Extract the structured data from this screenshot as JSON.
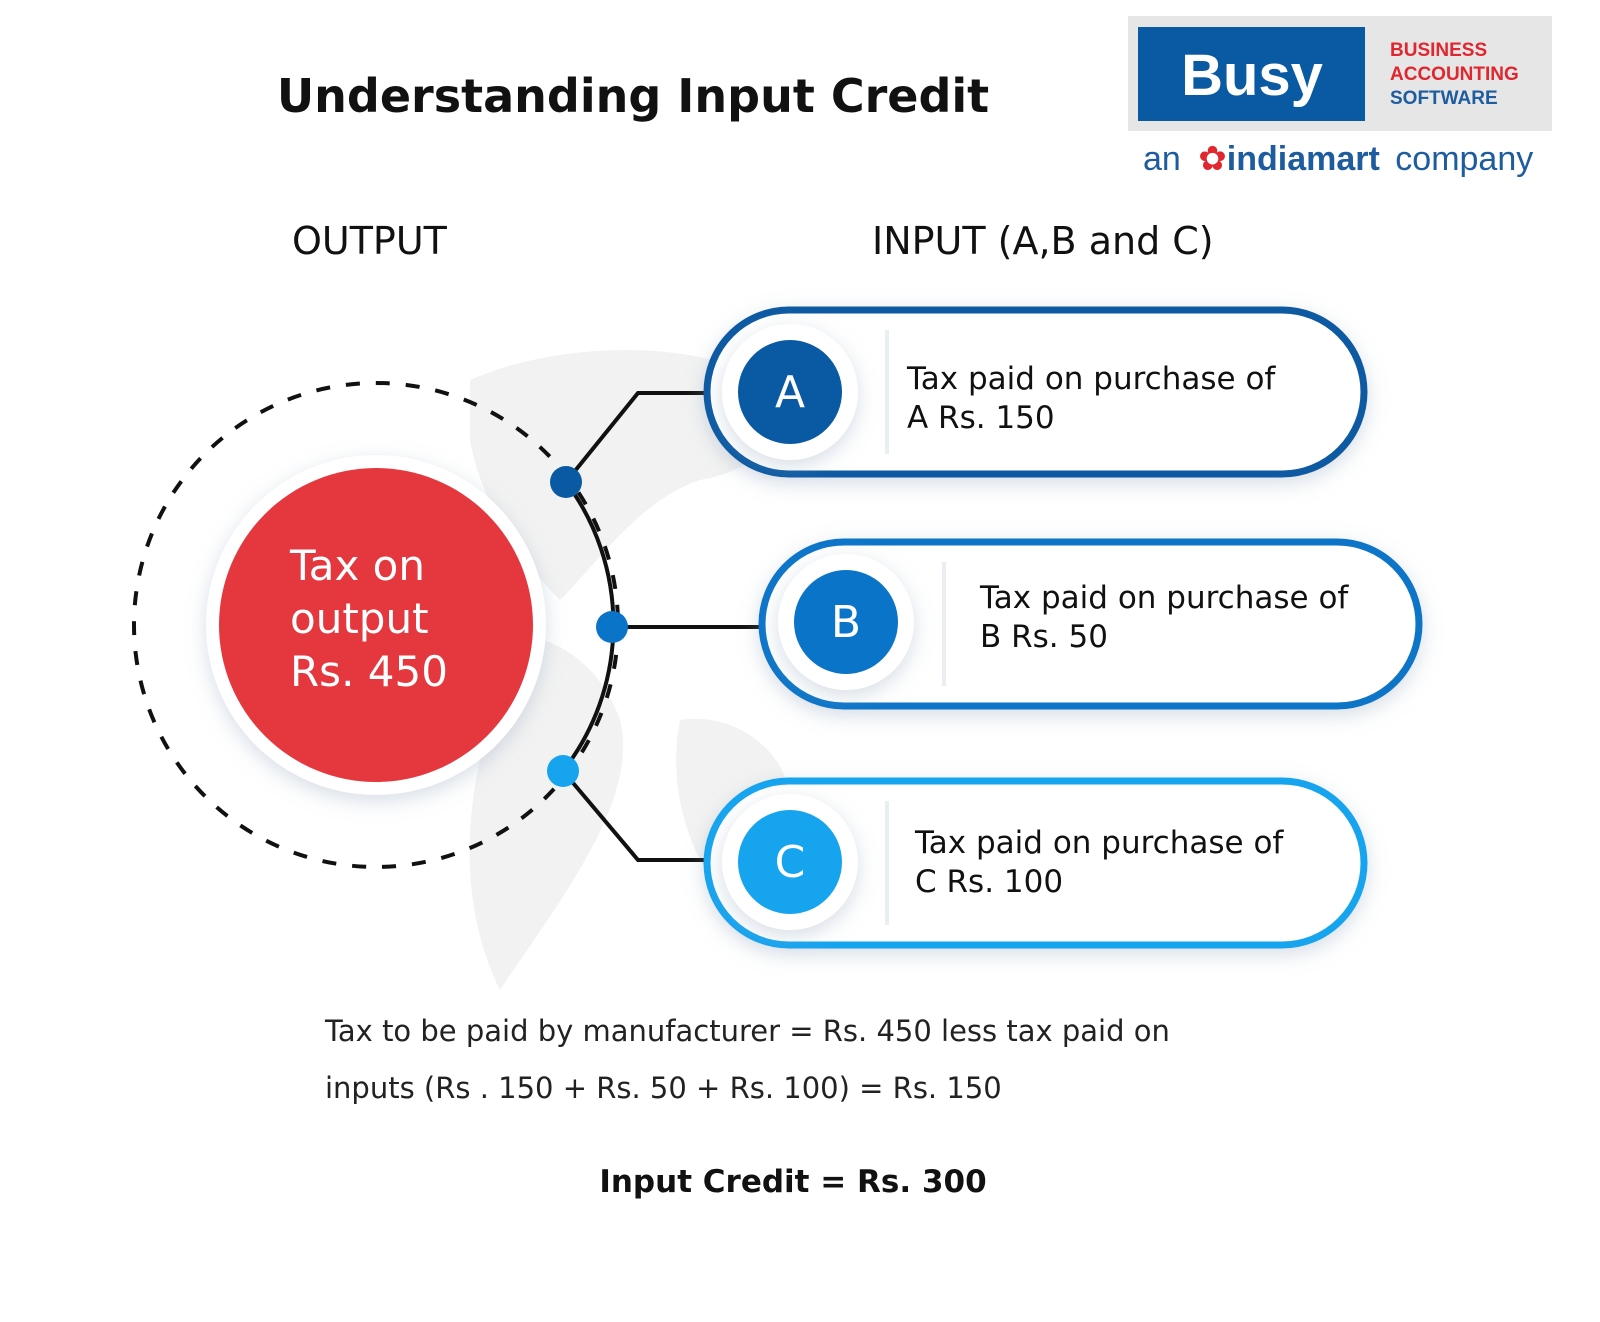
{
  "title": "Understanding Input Credit",
  "logo": {
    "brand": "Busy",
    "tagline": [
      "BUSINESS",
      "ACCOUNTING",
      "SOFTWARE"
    ],
    "sub_prefix": "an",
    "sub_brand": "indiamart",
    "sub_suffix": "company"
  },
  "headings": {
    "output": "OUTPUT",
    "input": "INPUT (A,B and C)"
  },
  "output_circle": {
    "lines": [
      "Tax on",
      "output",
      "Rs. 450"
    ]
  },
  "inputs": [
    {
      "letter": "A",
      "line1": "Tax paid on purchase of",
      "line2": "A Rs. 150",
      "color": "#0a5aa3"
    },
    {
      "letter": "B",
      "line1": "Tax paid on purchase of",
      "line2": "B Rs. 50",
      "color": "#0a74c8"
    },
    {
      "letter": "C",
      "line1": "Tax paid on purchase of",
      "line2": "C Rs. 100",
      "color": "#17a4ef"
    }
  ],
  "summary": {
    "line1": "Tax to be paid by manufacturer = Rs. 450 less tax paid on",
    "line2": "inputs (Rs . 150 + Rs. 50 + Rs. 100) = Rs. 150",
    "credit": "Input Credit = Rs. 300"
  },
  "colors": {
    "red": "#e5383e",
    "dark_blue": "#0a5aa3",
    "mid_blue": "#0a74c8",
    "light_blue": "#17a4ef",
    "logo_red": "#e0262f"
  }
}
